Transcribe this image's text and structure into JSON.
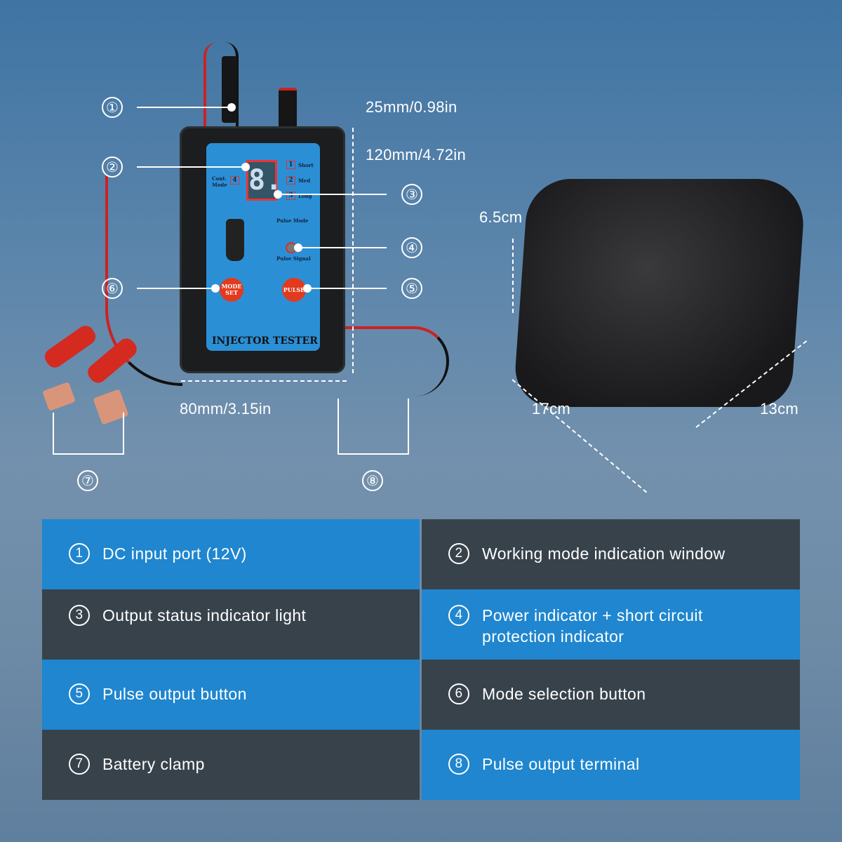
{
  "device": {
    "brand_label": "INJECTOR TESTER",
    "modes": [
      {
        "n": "1",
        "label": "Short"
      },
      {
        "n": "2",
        "label": "Med"
      },
      {
        "n": "3",
        "label": "Long"
      }
    ],
    "cont_mode": {
      "label1": "Cont.",
      "label2": "Mode",
      "n": "4"
    },
    "pulse_mode_label": "Pulse Mode",
    "pulse_signal_label": "Pulse Signal",
    "mode_button": "MODE SET",
    "pulse_button": "PULSE",
    "display_digit": "8."
  },
  "dimensions": {
    "plug": "25mm/0.98in",
    "height": "120mm/4.72in",
    "width": "80mm/3.15in",
    "case_height": "6.5cm",
    "case_length": "17cm",
    "case_width": "13cm"
  },
  "callouts": [
    "①",
    "②",
    "③",
    "④",
    "⑤",
    "⑥",
    "⑦",
    "⑧"
  ],
  "legend": [
    {
      "num": "1",
      "text": "DC input port (12V)"
    },
    {
      "num": "2",
      "text": "Working mode indication window"
    },
    {
      "num": "3",
      "text": "Output status indicator light"
    },
    {
      "num": "4",
      "text": "Power indicator + short circuit protection indicator"
    },
    {
      "num": "5",
      "text": "Pulse output button"
    },
    {
      "num": "6",
      "text": "Mode selection button"
    },
    {
      "num": "7",
      "text": "Battery clamp"
    },
    {
      "num": "8",
      "text": "Pulse output terminal"
    }
  ]
}
